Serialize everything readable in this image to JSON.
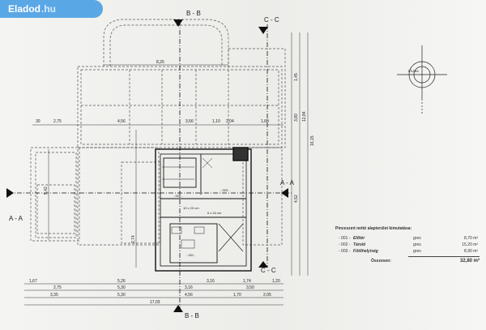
{
  "badge": {
    "brand": "Eladod",
    "tld": ".hu"
  },
  "section_labels": {
    "b_top": "B - B",
    "c_top": "C - C",
    "a_left": "A - A",
    "a_right": "A - A",
    "c_bottom": "C - C",
    "b_bottom": "B - B"
  },
  "dims_top": {
    "d1": "8,26",
    "d2": "2,75",
    "d3": "4,56",
    "d4": "3,56",
    "d5": "2,04",
    "d6": "1,60",
    "d7": "1,10",
    "d8": "30"
  },
  "dims_bottom": {
    "row1": [
      "1,67",
      "5,26",
      "3,16",
      "1,74",
      "1,20"
    ],
    "row2": [
      "2,75",
      "5,30",
      "3,16",
      "3,50"
    ],
    "row3": [
      "3,35",
      "5,30",
      "4,56",
      "1,70",
      "2,05"
    ],
    "total": "17,03"
  },
  "dims_right": {
    "d1": "1,45",
    "d2": "3,80",
    "d3": "4,52",
    "d4": "12,84",
    "d5": "16,15"
  },
  "dims_left": {
    "d1": "5,42",
    "d2": "2,74"
  },
  "room_labels": {
    "r1": "10 x 20 cm",
    "r2": "- 002 -",
    "r3": "6 x 24 cm",
    "r4": "- 001 -",
    "r5": "- 003 -"
  },
  "north": {
    "label": "ÉSZAK"
  },
  "legend": {
    "title": "Pinceszınt nettó alapterület kimutatása:",
    "rows": [
      {
        "code": "- 001 -",
        "name": "Előtér",
        "unit": "gres",
        "area": "8,70 m²"
      },
      {
        "code": "- 002 -",
        "name": "Tároló",
        "unit": "gres",
        "area": "15,20 m²"
      },
      {
        "code": "- 003 -",
        "name": "Fűtőhelyiség",
        "unit": "gres",
        "area": "8,90 m²"
      }
    ],
    "total_label": "Összesen:",
    "total_value": "32,80 m²"
  },
  "colors": {
    "badge": "#5aa7e6",
    "ink": "#222222",
    "paper": "#f2f2f0"
  }
}
